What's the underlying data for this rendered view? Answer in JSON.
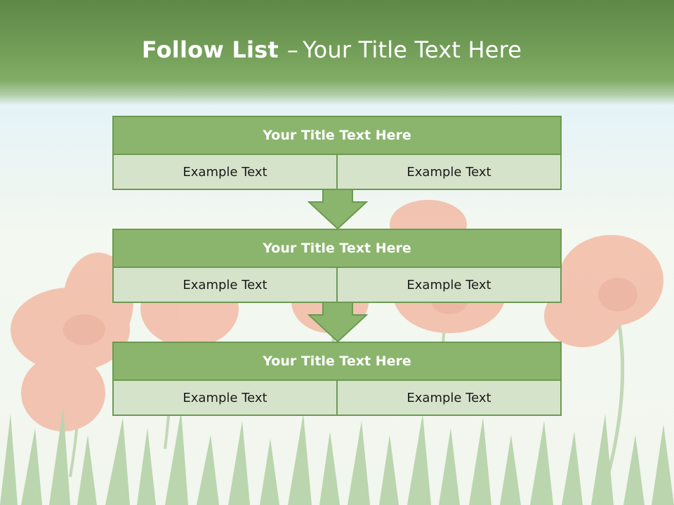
{
  "slide": {
    "title_bold": "Follow List",
    "title_dash": "–",
    "title_rest": "Your Title Text Here"
  },
  "blocks": [
    {
      "title": "Your Title Text Here",
      "left_text": "Example Text",
      "right_text": "Example Text"
    },
    {
      "title": "Your Title Text Here",
      "left_text": "Example Text",
      "right_text": "Example Text"
    },
    {
      "title": "Your Title Text Here",
      "left_text": "Example Text",
      "right_text": "Example Text"
    }
  ],
  "colors": {
    "header_green": "#6f9a55",
    "block_title_fill": "#8bb56d",
    "block_cell_fill": "#d5e3cb",
    "border_green": "#6c9a50",
    "arrow_fill": "#8bb56d",
    "poppy": "#f29a7e"
  },
  "icons": {
    "arrow": "down-arrow-icon",
    "background": "poppy-flower-grass-illustration"
  }
}
